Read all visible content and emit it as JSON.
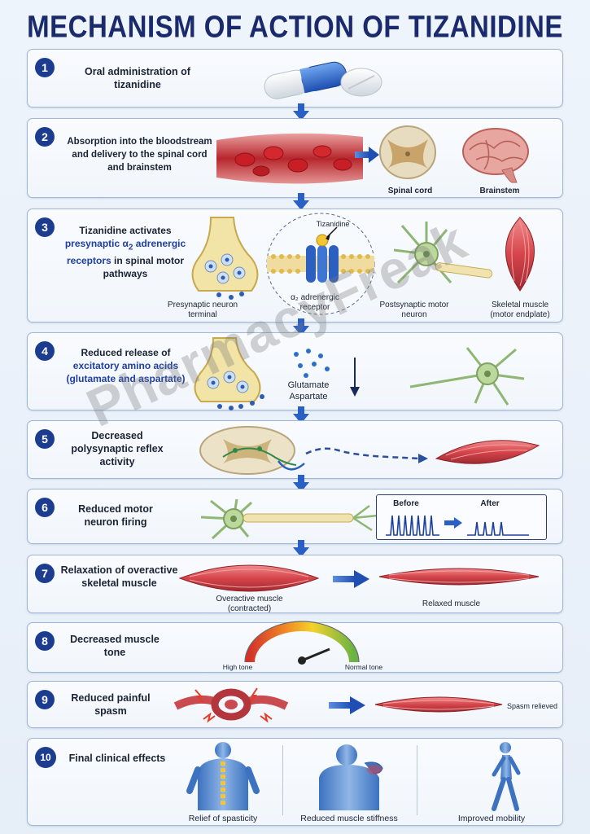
{
  "title": "MECHANISM OF ACTION OF TIZANIDINE",
  "watermark": "PharmacyFreak",
  "steps": [
    {
      "number": "1",
      "text": "Oral administration of tizanidine"
    },
    {
      "number": "2",
      "text": "Absorption into the bloodstream and delivery to the spinal cord and brainstem",
      "labels": {
        "spinal_cord": "Spinal cord",
        "brainstem": "Brainstem"
      }
    },
    {
      "number": "3",
      "text_a": "Tizanidine activates",
      "text_b": "presynaptic α",
      "text_sub": "2",
      "text_c": " adrenergic",
      "text_d": "receptors",
      "text_e": " in spinal motor pathways",
      "labels": {
        "tizanidine": "Tizanidine",
        "receptor": "α₂ adrenergic receptor",
        "presynaptic": "Presynaptic neuron terminal",
        "postsynaptic": "Postsynaptic motor neuron",
        "skeletal": "Skeletal muscle (motor endplate)"
      }
    },
    {
      "number": "4",
      "text_a": "Reduced release of",
      "text_b": "excitatory amino acids (glutamate and aspartate)",
      "labels": {
        "glutamate": "Glutamate",
        "aspartate": "Aspartate"
      }
    },
    {
      "number": "5",
      "text": "Decreased polysynaptic reflex activity"
    },
    {
      "number": "6",
      "text": "Reduced motor neuron firing",
      "labels": {
        "before": "Before",
        "after": "After"
      }
    },
    {
      "number": "7",
      "text": "Relaxation of overactive skeletal muscle",
      "labels": {
        "overactive": "Overactive muscle (contracted)",
        "relaxed": "Relaxed muscle"
      }
    },
    {
      "number": "8",
      "text": "Decreased muscle tone",
      "labels": {
        "high": "High tone",
        "normal": "Normal tone"
      }
    },
    {
      "number": "9",
      "text": "Reduced painful spasm",
      "labels": {
        "relieved": "Spasm relieved"
      }
    },
    {
      "number": "10",
      "text": "Final clinical effects",
      "labels": {
        "spasticity": "Relief of spasticity",
        "stiffness": "Reduced muscle stiffness",
        "mobility": "Improved mobility"
      }
    }
  ],
  "colors": {
    "accent": "#1c3d8f",
    "arrow": "#2a5fc4",
    "muscle": "#d9545a",
    "neuron": "#a7c98a",
    "terminal": "#f1e2a8"
  }
}
